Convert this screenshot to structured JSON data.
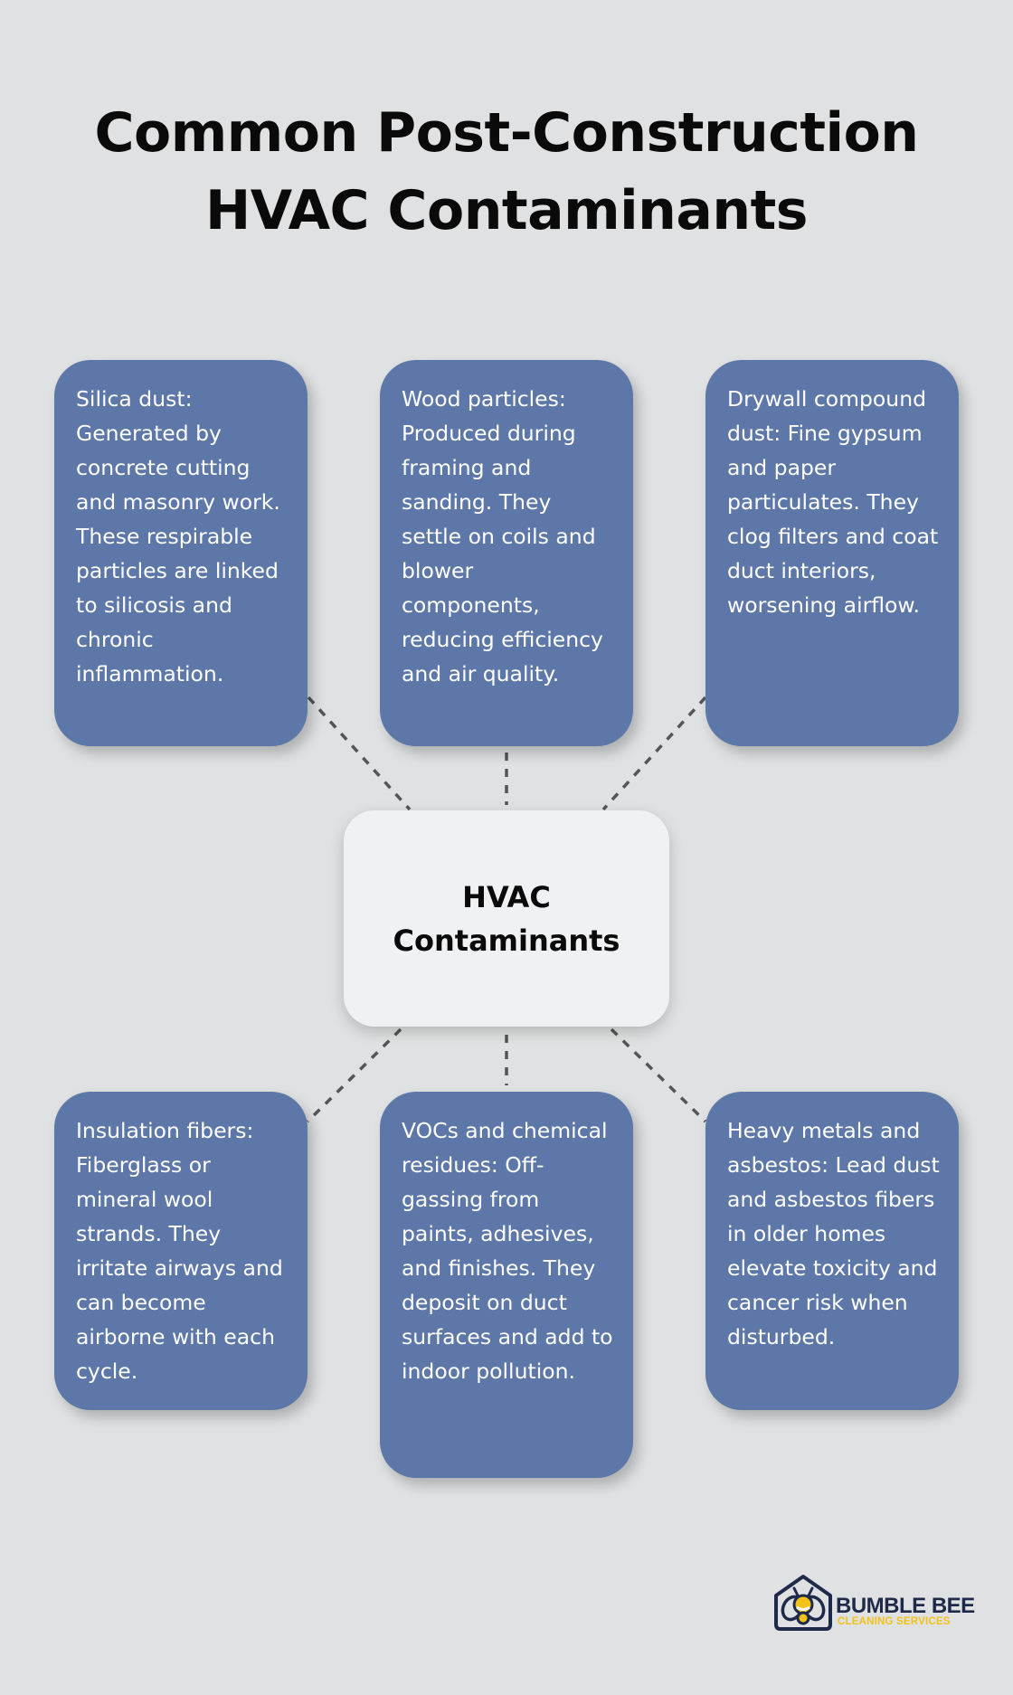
{
  "title": {
    "line1": "Common Post-Construction",
    "line2": "HVAC Contaminants"
  },
  "center": {
    "line1": "HVAC",
    "line2": "Contaminants"
  },
  "cards": [
    {
      "text": "Silica dust: Generated by concrete cutting and masonry work. These respirable particles are linked to silicosis and chronic inflammation."
    },
    {
      "text": "Wood particles: Produced during framing and sanding. They settle on coils and blower components, reducing efficiency and air quality."
    },
    {
      "text": "Drywall compound dust: Fine gypsum and paper particulates. They clog filters and coat duct interiors, worsening airflow."
    },
    {
      "text": "Insulation fibers: Fiberglass or mineral wool strands. They irritate airways and can become airborne with each cycle."
    },
    {
      "text": "VOCs and chemical residues: Off-gassing from paints, adhesives, and finishes. They deposit on duct surfaces and add to indoor pollution."
    },
    {
      "text": "Heavy metals and asbestos: Lead dust and asbestos fibers in older homes elevate toxicity and cancer risk when disturbed."
    }
  ],
  "logo": {
    "name": "BUMBLE BEE",
    "tagline": "CLEANING SERVICES",
    "icon": "bee-house-icon"
  },
  "colors": {
    "background": "#dfe1e2",
    "card": "#5d78a8",
    "center": "#eff1f2",
    "connector": "#555555",
    "logo_navy": "#1f2a4a",
    "logo_yellow": "#f2c21b"
  }
}
